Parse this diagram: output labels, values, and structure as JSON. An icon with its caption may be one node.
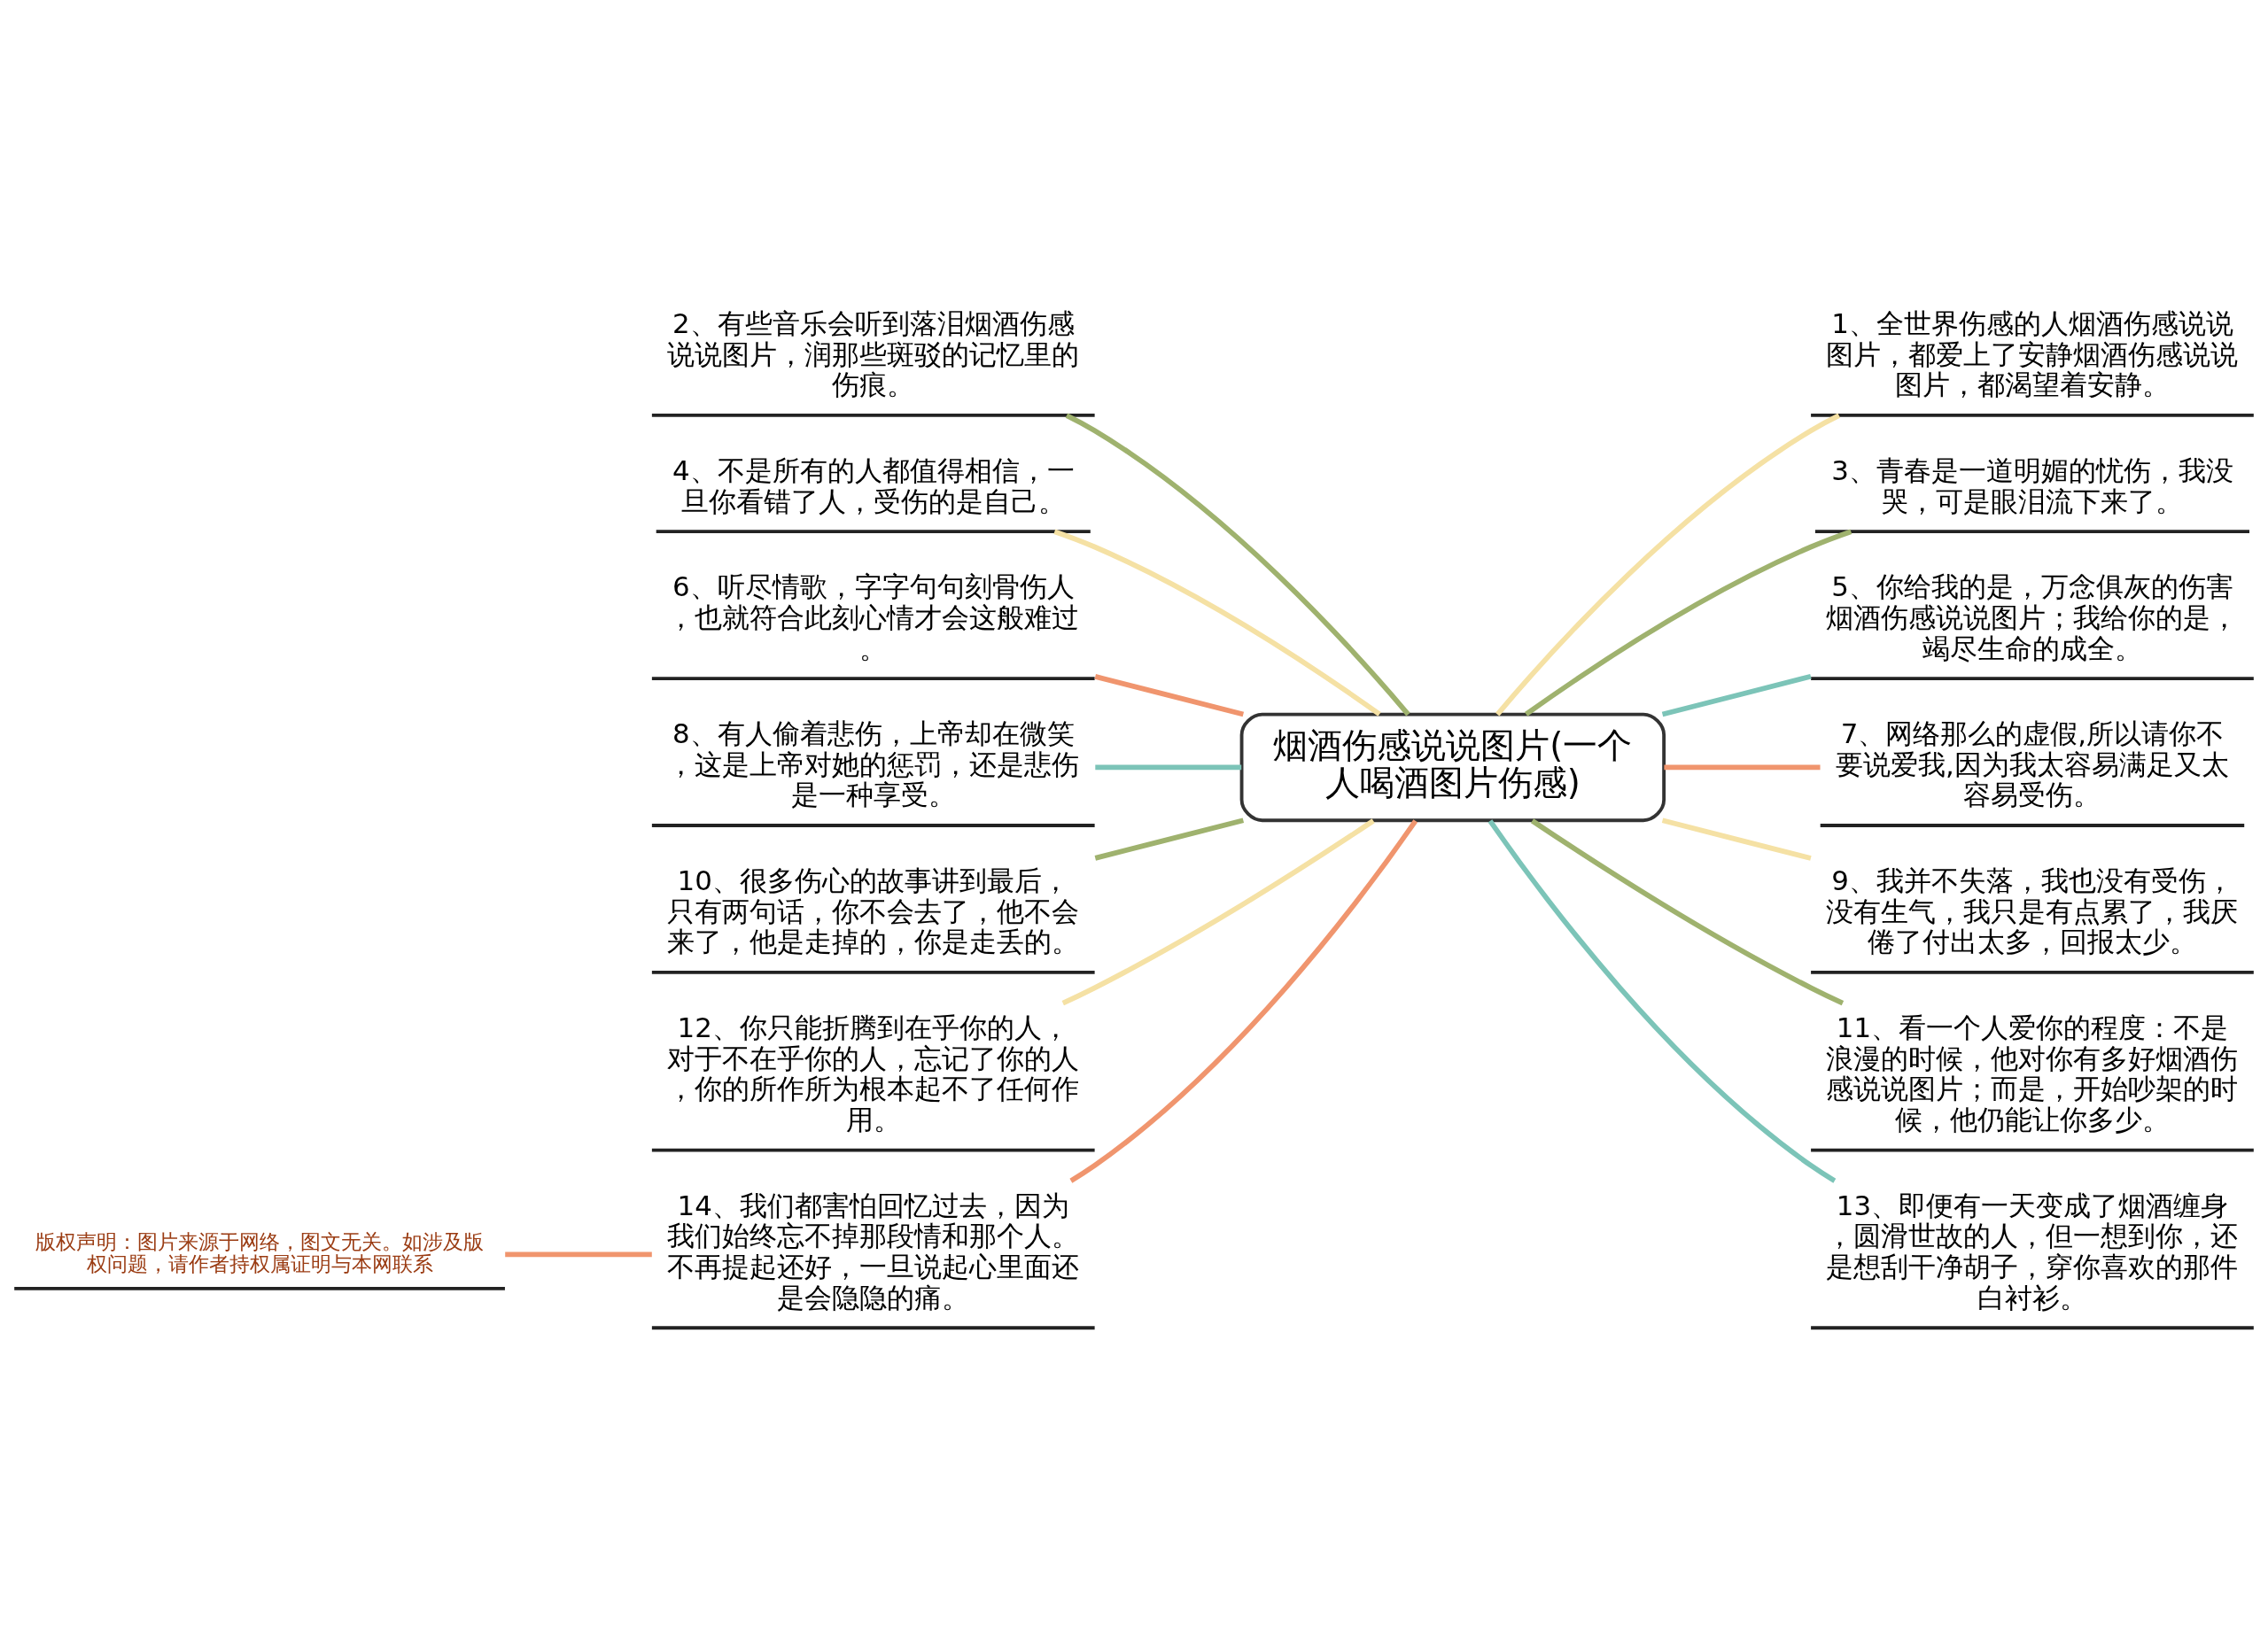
{
  "diagram": {
    "nodes": [
      {
        "text": [
          "烟酒伤感说说图片(一个人喝酒图片伤感)"
        ]
      },
      {
        "text": [
          "1、全世界伤感的人烟酒伤感说说图片，都爱上了安静烟酒伤感说说图片，都渴望着安静。"
        ]
      },
      {
        "text": [
          "2、有些音乐会听到落泪烟酒伤感说说图片，润那些斑驳的记忆里的伤痕。"
        ]
      },
      {
        "text": [
          "3、青春是一道明媚的忧伤，我没哭，可是眼泪流下来了。"
        ]
      },
      {
        "text": [
          "4、不是所有的人都值得相信，一旦你看错了人，受伤的是自己。"
        ]
      },
      {
        "text": [
          "5、你给我的是，万念俱灰的伤害烟酒伤感说说图片；我给你的是，竭尽生命的成全。"
        ]
      },
      {
        "text": [
          "6、听尽情歌，字字句句刻骨伤人，也就符合此刻心情才会这般难过。"
        ]
      },
      {
        "text": [
          "7、网络那么的虚假,所以请你不要说爱我,因为我太容易满足又太容易受伤。"
        ]
      },
      {
        "text": [
          "8、有人偷着悲伤，上帝却在微笑，这是上帝对她的惩罚，还是悲伤是一种享受。"
        ]
      },
      {
        "text": [
          "9、我并不失落，我也没有受伤，没有生气，我只是有点累了，我厌倦了付出太多，回报太少。"
        ]
      },
      {
        "text": [
          "10、很多伤心的故事讲到最后，只有两句话，你不会去了，他不会来了，他是走掉的，你是走丢的。"
        ]
      },
      {
        "text": [
          "11、看一个人爱你的程度：不是浪漫的时候，他对你有多好烟酒伤感说说图片；而是，开始吵架的时候，他仍能让你多少。"
        ]
      },
      {
        "text": [
          "12、你只能折腾到在乎你的人，对于不在乎你的人，忘记了你的人，你的所作所为根本起不了任何作用。"
        ]
      },
      {
        "text": [
          "13、即便有一天变成了烟酒缠身，圆滑世故的人，但一想到你，还是想刮干净胡子，穿你喜欢的那件白衬衫。"
        ]
      },
      {
        "text": [
          "14、我们都害怕回忆过去，因为我们始终忘不掉那段情和那个人。不再提起还好，一旦说起心里面还是会隐隐的痛。"
        ]
      },
      {
        "text": [
          "版权声明：图片来源于网络，图文无关。如涉及版权问题，请作者持权属证明与本网联系"
        ]
      }
    ],
    "edges": [
      {
        "from": 0,
        "to": 1,
        "arrow": "none",
        "color": "#f5e1a4"
      },
      {
        "from": 0,
        "to": 2,
        "arrow": "none",
        "color": "#9fb26e"
      },
      {
        "from": 0,
        "to": 3,
        "arrow": "none",
        "color": "#9fb26e"
      },
      {
        "from": 0,
        "to": 4,
        "arrow": "none",
        "color": "#f5e1a4"
      },
      {
        "from": 0,
        "to": 5,
        "arrow": "none",
        "color": "#7cc4b8"
      },
      {
        "from": 0,
        "to": 6,
        "arrow": "none",
        "color": "#f0956e"
      },
      {
        "from": 0,
        "to": 7,
        "arrow": "none",
        "color": "#f0956e"
      },
      {
        "from": 0,
        "to": 8,
        "arrow": "none",
        "color": "#7cc4b8"
      },
      {
        "from": 0,
        "to": 9,
        "arrow": "none",
        "color": "#f5e1a4"
      },
      {
        "from": 0,
        "to": 10,
        "arrow": "none",
        "color": "#9fb26e"
      },
      {
        "from": 0,
        "to": 11,
        "arrow": "none",
        "color": "#9fb26e"
      },
      {
        "from": 0,
        "to": 12,
        "arrow": "none",
        "color": "#f5e1a4"
      },
      {
        "from": 0,
        "to": 13,
        "arrow": "none",
        "color": "#7cc4b8"
      },
      {
        "from": 0,
        "to": 14,
        "arrow": "none",
        "color": "#f0956e"
      },
      {
        "from": 14,
        "to": 15,
        "arrow": "none",
        "color": "#f0956e"
      }
    ]
  }
}
